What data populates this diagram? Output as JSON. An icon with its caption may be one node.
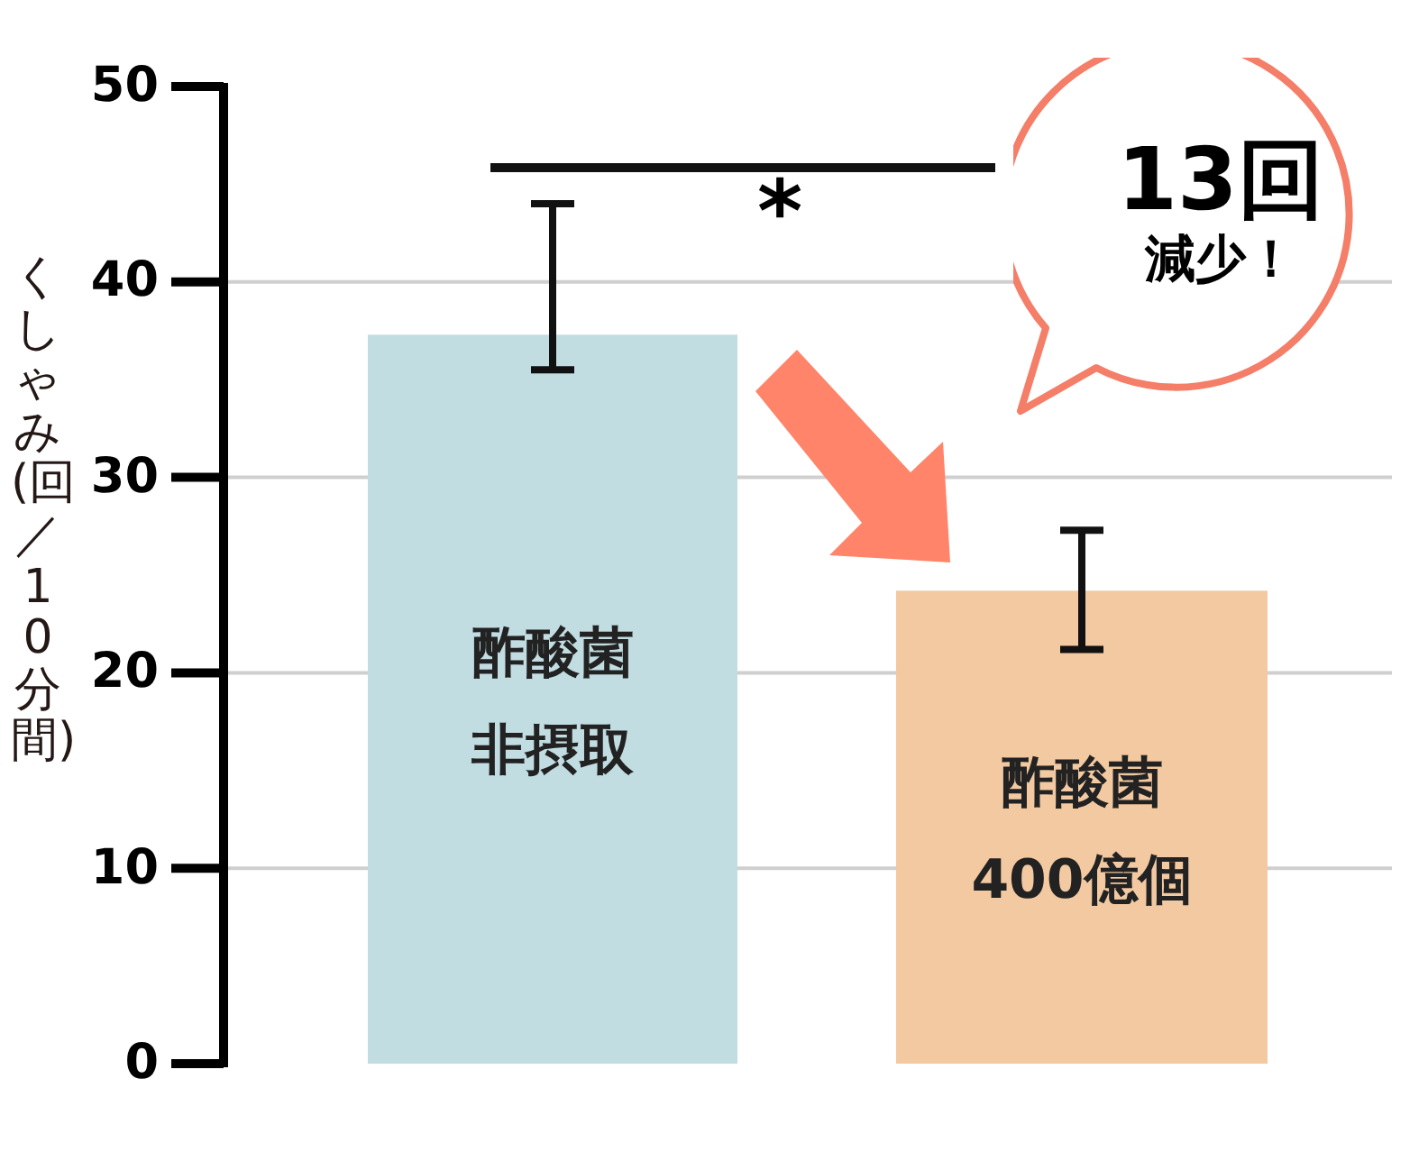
{
  "diagram": {
    "nodes": [
      {
        "text": [
          "13回",
          "減少！"
        ]
      }
    ],
    "chart_data": {
      "type": "bar",
      "ylabel": "くしゃみ(回／10分間)",
      "categories": [
        "酢酸菌非摂取",
        "酢酸菌400億個"
      ],
      "series": [
        {
          "color": "#c1dde2",
          "values": [
            37.3,
            null
          ],
          "errors": [
            [
              35.5,
              44
            ],
            null
          ]
        },
        {
          "color": "#f2c9a0",
          "values": [
            null,
            24.2
          ],
          "errors": [
            null,
            [
              21.2,
              27.3
            ]
          ]
        }
      ],
      "grid": true,
      "ylim": [
        0,
        50
      ],
      "yticks": [
        0,
        10,
        20,
        30,
        40,
        50
      ],
      "annotations": [
        {
          "text": "*"
        }
      ]
    }
  }
}
